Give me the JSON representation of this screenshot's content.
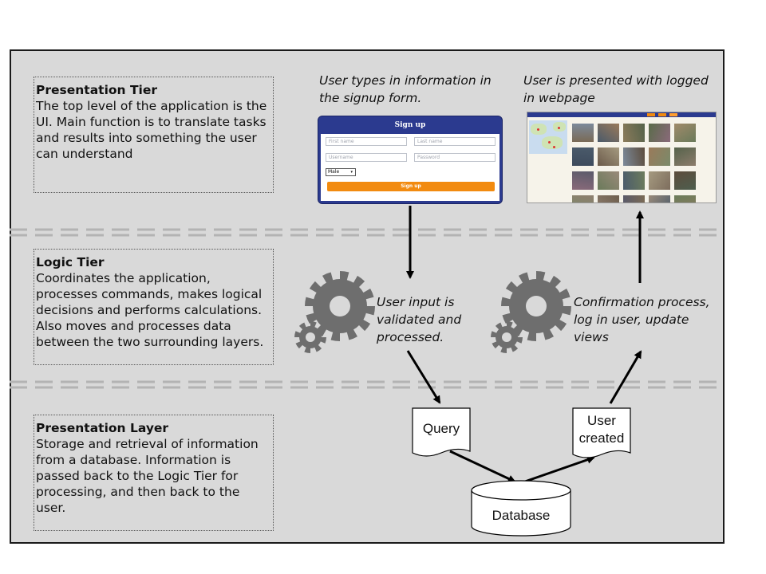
{
  "tiers": [
    {
      "title": "Presentation Tier",
      "description": "The top level of the application is the UI. Main function is to translate tasks and results into something the user can understand"
    },
    {
      "title": "Logic Tier",
      "description": "Coordinates the application, processes commands, makes logical decisions and performs calculations. Also moves and processes data between the two surrounding layers."
    },
    {
      "title": "Presentation Layer",
      "description": "Storage and retrieval of information from a database. Information is passed back to the Logic Tier for processing, and then back to the user."
    }
  ],
  "captions": {
    "signup": "User types in information in the signup form.",
    "webpage": "User is presented with logged in webpage",
    "validate": "User input is validated and processed.",
    "confirm": "Confirmation process, log in user, update views"
  },
  "signup_form": {
    "title": "Sign up",
    "first_name_placeholder": "First name",
    "last_name_placeholder": "Last name",
    "username_placeholder": "Username",
    "password_placeholder": "Password",
    "gender_selected": "Male",
    "button_label": "Sign up"
  },
  "flow": {
    "query_label": "Query",
    "user_created_label": "User created",
    "database_label": "Database"
  },
  "colors": {
    "panel_bg": "#d9d9d9",
    "separator": "#b3b3b3",
    "gear": "#6e6e6e",
    "form_header": "#2b3a8f",
    "form_button": "#f28b10"
  },
  "icons": [
    "gear-icon",
    "gear-icon",
    "document-icon",
    "database-icon",
    "arrow-icon"
  ]
}
